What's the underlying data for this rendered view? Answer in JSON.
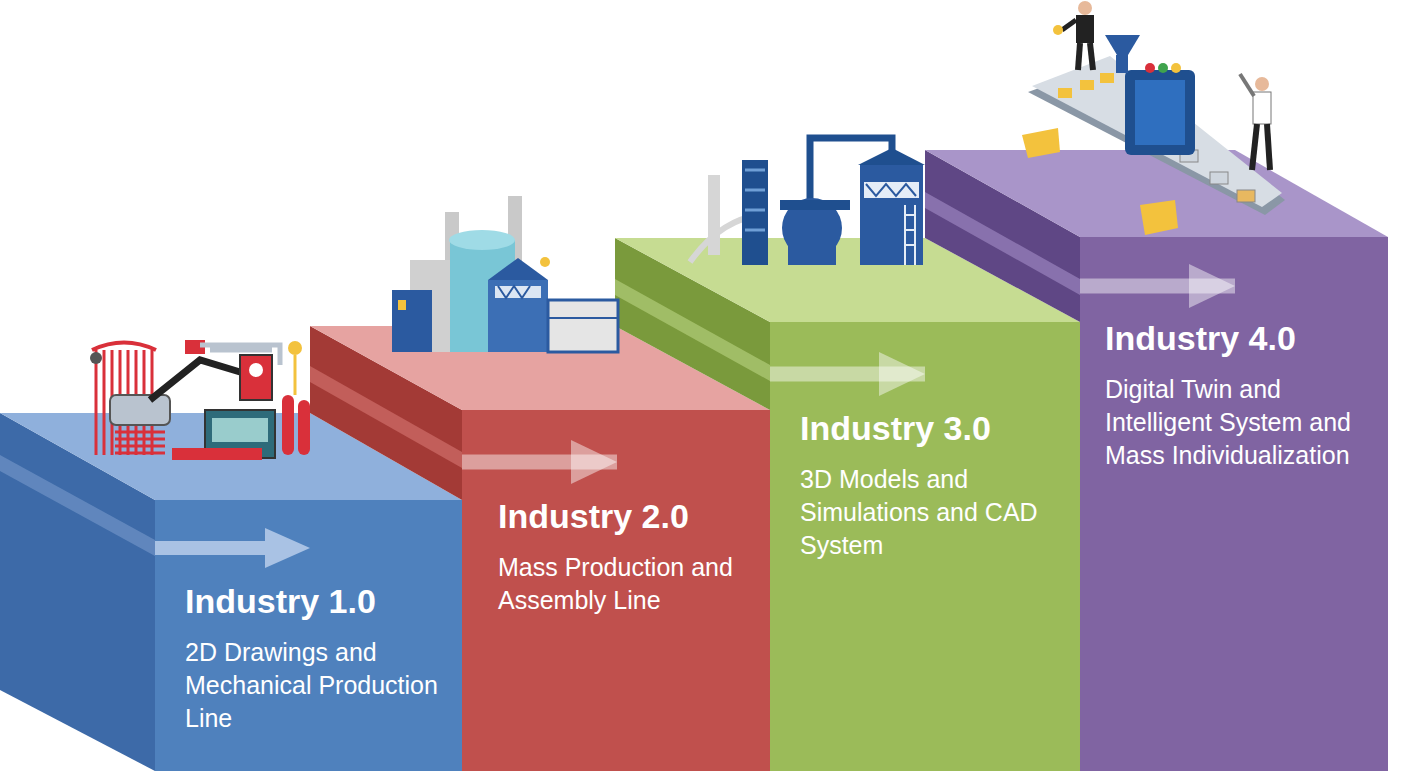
{
  "diagram": {
    "nodes": [
      {
        "text": [
          "Industry 1.0",
          "2D Drawings and Mechanical Production Line"
        ]
      },
      {
        "text": [
          "Industry 2.0",
          "Mass Production and Assembly Line"
        ]
      },
      {
        "text": [
          "Industry 3.0",
          "3D Models and Simulations and CAD System"
        ]
      },
      {
        "text": [
          "Industry 4.0",
          "Digital Twin and Intelligent System and Mass Individualization"
        ]
      }
    ],
    "edges": [
      {
        "from": 0,
        "to": 1,
        "arrow": "to"
      },
      {
        "from": 1,
        "to": 2,
        "arrow": "to"
      },
      {
        "from": 2,
        "to": 3,
        "arrow": "to"
      }
    ]
  }
}
